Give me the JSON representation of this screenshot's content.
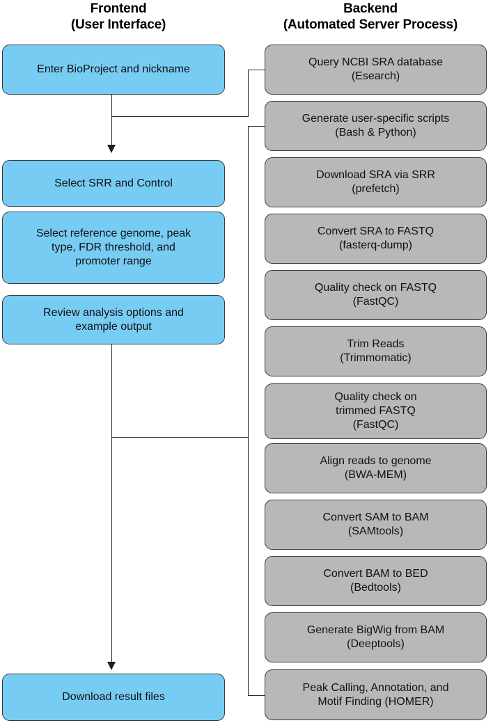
{
  "diagram": {
    "title": "Frontend / Backend ChIP-seq pipeline flowchart",
    "colors": {
      "frontend_fill": "#77ccf4",
      "backend_fill": "#b8b8b8",
      "stroke": "#3a3a3a",
      "connector": "#2e2e2e",
      "background": "#ffffff",
      "text": "#111111"
    },
    "columns": {
      "frontend": {
        "header_line1": "Frontend",
        "header_line2": "(User Interface)",
        "header_text": "Frontend\n(User Interface)"
      },
      "backend": {
        "header_line1": "Backend",
        "header_line2": "(Automated Server Process)",
        "header_text": "Backend\n(Automated Server Process)"
      }
    },
    "frontend_steps": [
      {
        "id": "enter-bioproject",
        "label": "Enter BioProject and nickname",
        "line1": "Enter BioProject and nickname",
        "line2": ""
      },
      {
        "id": "select-srr-control",
        "label": "Select SRR and Control",
        "line1": "Select SRR and Control",
        "line2": ""
      },
      {
        "id": "select-reference-options",
        "label": "Select reference genome, peak\ntype, FDR threshold,  and\npromoter range",
        "line1": "Select reference genome, peak",
        "line2": "type, FDR threshold,  and",
        "line3": "promoter range"
      },
      {
        "id": "review-options",
        "label": "Review analysis options and\nexample output",
        "line1": "Review analysis options and",
        "line2": "example output"
      },
      {
        "id": "download-results",
        "label": "Download result files",
        "line1": "Download result files",
        "line2": ""
      }
    ],
    "backend_steps": [
      {
        "id": "query-ncbi-sra",
        "label": "Query NCBI SRA database\n(Esearch)",
        "action": "Query NCBI SRA database",
        "tool": "(Esearch)"
      },
      {
        "id": "generate-scripts",
        "label": "Generate user-specific scripts\n(Bash & Python)",
        "action": "Generate user-specific scripts",
        "tool": "(Bash & Python)"
      },
      {
        "id": "download-sra",
        "label": "Download SRA via SRR\n(prefetch)",
        "action": "Download SRA via SRR",
        "tool": "(prefetch)"
      },
      {
        "id": "convert-sra-fastq",
        "label": "Convert SRA to FASTQ\n(fasterq-dump)",
        "action": "Convert SRA to FASTQ",
        "tool": "(fasterq-dump)"
      },
      {
        "id": "qc-fastq",
        "label": "Quality check on FASTQ\n(FastQC)",
        "action": "Quality check on FASTQ",
        "tool": "(FastQC)"
      },
      {
        "id": "trim-reads",
        "label": "Trim Reads\n(Trimmomatic)",
        "action": "Trim Reads",
        "tool": "(Trimmomatic)"
      },
      {
        "id": "qc-trimmed-fastq",
        "label": "Quality check on\ntrimmed FASTQ\n(FastQC)",
        "action": "Quality check on\ntrimmed FASTQ",
        "tool": "(FastQC)"
      },
      {
        "id": "align-reads",
        "label": "Align reads to genome\n(BWA-MEM)",
        "action": "Align reads to genome",
        "tool": "(BWA-MEM)"
      },
      {
        "id": "convert-sam-bam",
        "label": "Convert SAM to BAM\n(SAMtools)",
        "action": "Convert SAM to BAM",
        "tool": "(SAMtools)"
      },
      {
        "id": "convert-bam-bed",
        "label": "Convert BAM to BED\n(Bedtools)",
        "action": "Convert BAM to BED",
        "tool": "(Bedtools)"
      },
      {
        "id": "generate-bigwig",
        "label": "Generate BigWig from BAM\n(Deeptools)",
        "action": "Generate BigWig from BAM",
        "tool": "(Deeptools)"
      },
      {
        "id": "peak-calling",
        "label": "Peak Calling, Annotation,  and\nMotif Finding (HOMER)",
        "action": "Peak Calling, Annotation,  and",
        "tool": "Motif Finding (HOMER)"
      }
    ]
  }
}
